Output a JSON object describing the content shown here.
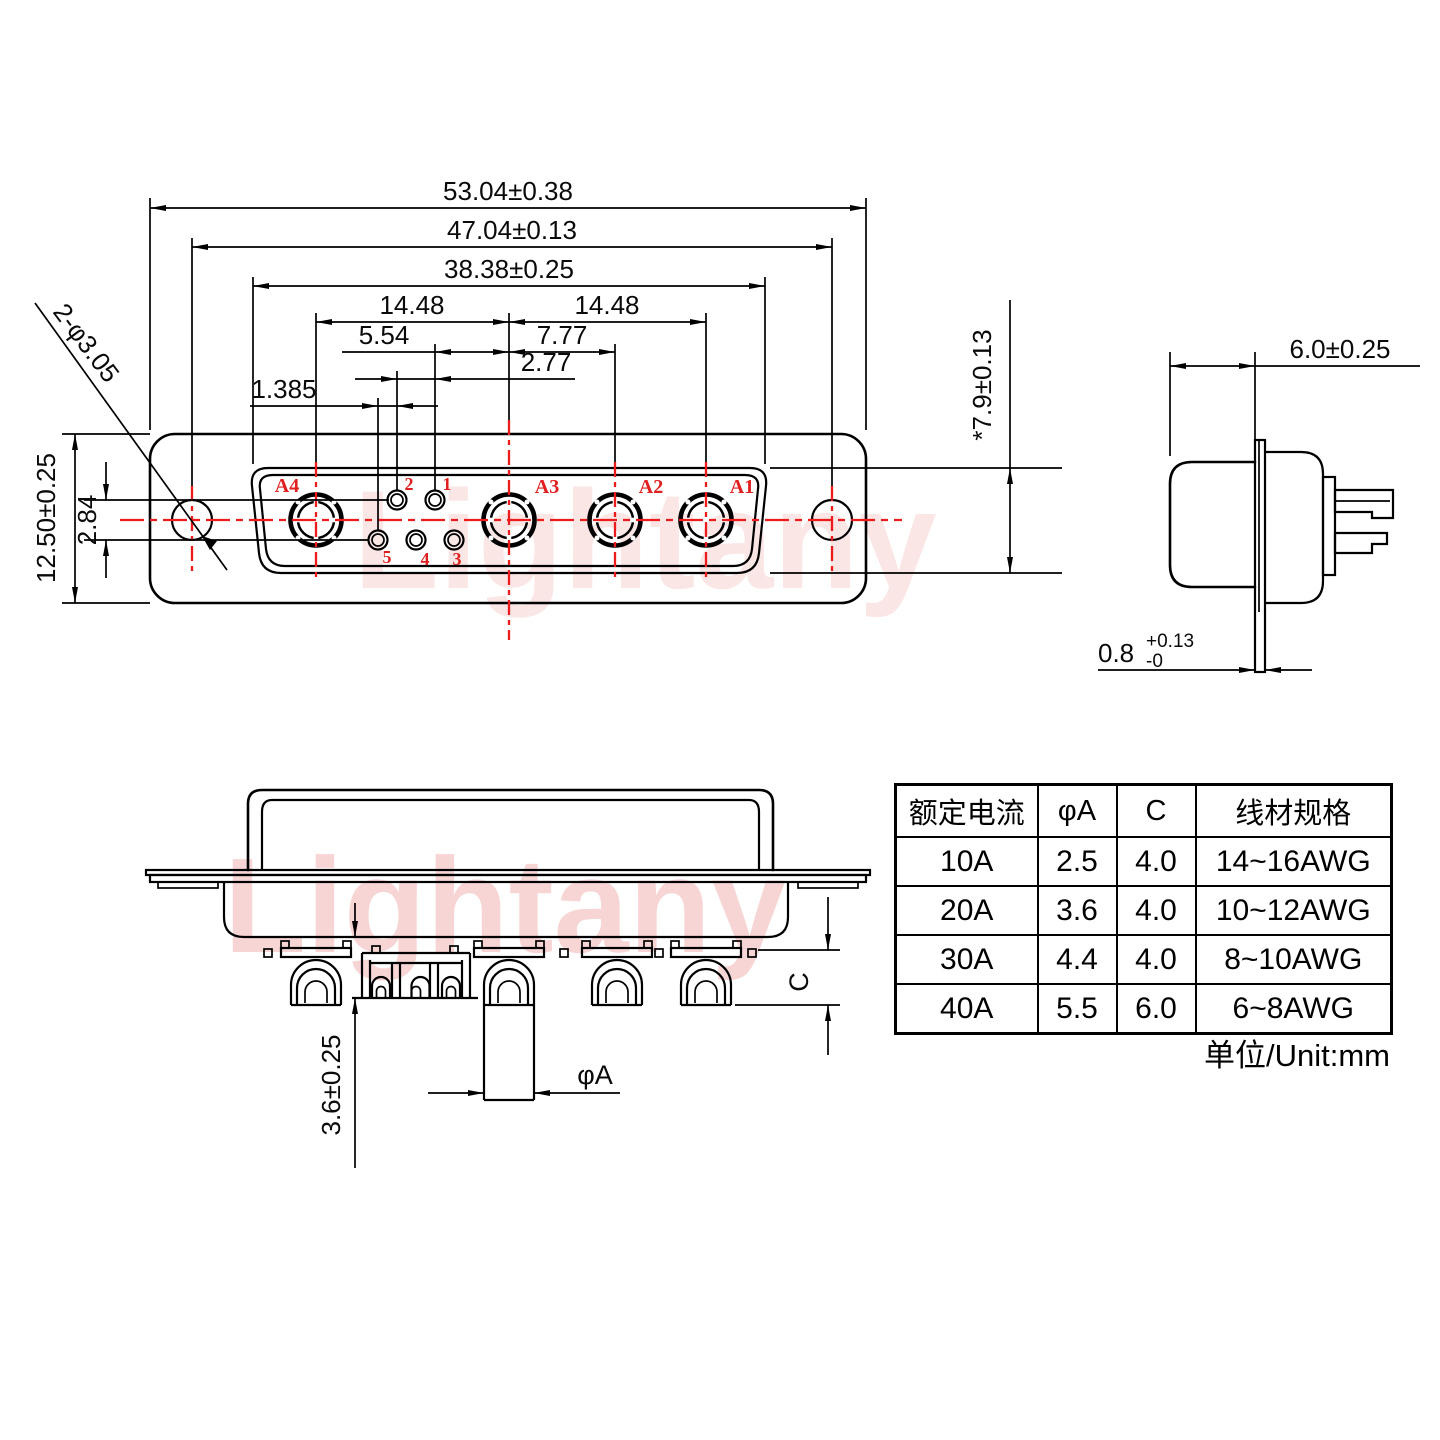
{
  "front_view": {
    "labels": {
      "a1": "A1",
      "a2": "A2",
      "a3": "A3",
      "a4": "A4",
      "p1": "1",
      "p2": "2",
      "p3": "3",
      "p4": "4",
      "p5": "5"
    },
    "dims": {
      "overall_width": "53.04±0.38",
      "mount_span": "47.04±0.13",
      "shell_width": "38.38±0.25",
      "pitch_left": "14.48",
      "pitch_right": "14.48",
      "dim_5_54": "5.54",
      "dim_7_77": "7.77",
      "dim_2_77": "2.77",
      "dim_1_385": "1.385",
      "flange_height": "12.50±0.25",
      "row_offset": "2.84",
      "mount_hole": "2-φ3.05",
      "shell_height": "*7.9±0.13"
    }
  },
  "side_view": {
    "dims": {
      "depth": "6.0±0.25",
      "flange_thk": "0.8",
      "flange_tol_up": "+0.13",
      "flange_tol_dn": "-0"
    }
  },
  "rear_view": {
    "dims": {
      "tail_len": "3.6±0.25",
      "pin_dia": "φA",
      "cup_len": "C"
    }
  },
  "table": {
    "headers": [
      "额定电流",
      "φA",
      "C",
      "线材规格"
    ],
    "rows": [
      [
        "10A",
        "2.5",
        "4.0",
        "14~16AWG"
      ],
      [
        "20A",
        "3.6",
        "4.0",
        "10~12AWG"
      ],
      [
        "30A",
        "4.4",
        "4.0",
        "8~10AWG"
      ],
      [
        "40A",
        "5.5",
        "6.0",
        "6~8AWG"
      ]
    ],
    "unit_note": "单位/Unit:mm"
  },
  "watermark": {
    "text": "Lightany"
  },
  "colors": {
    "line": "#000000",
    "accent": "#ec1c1c",
    "watermark": "#f3adad"
  }
}
